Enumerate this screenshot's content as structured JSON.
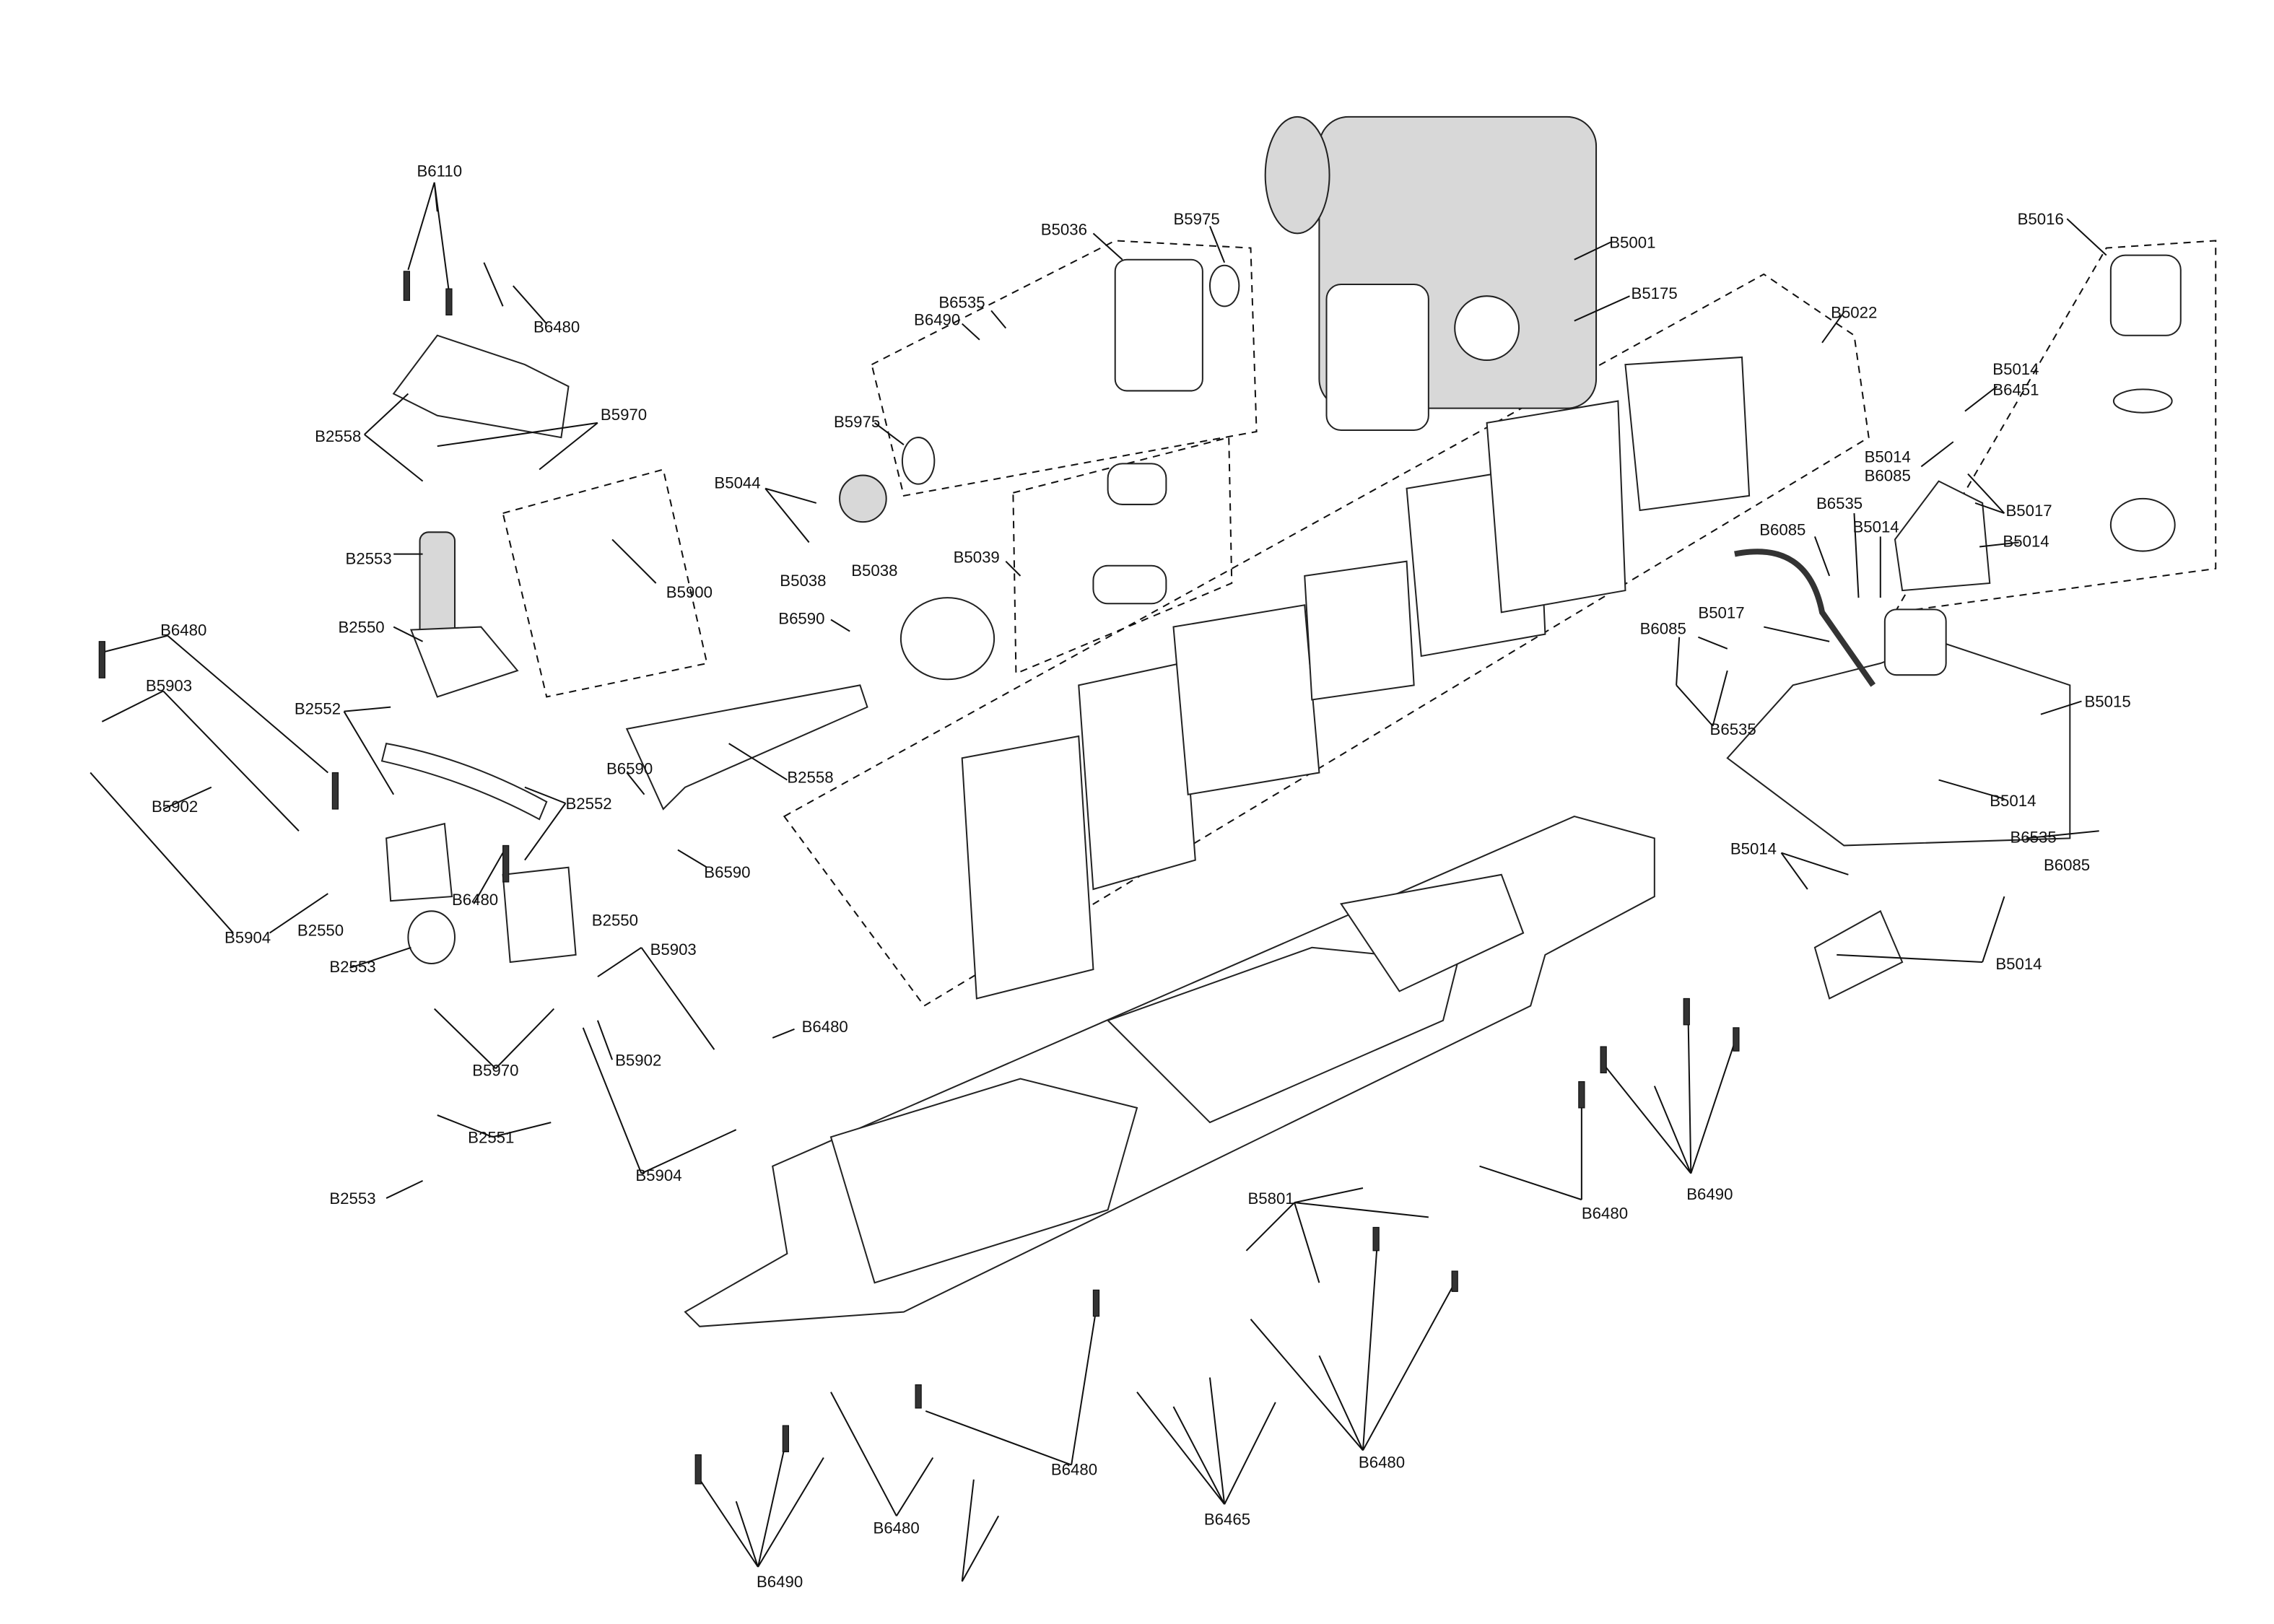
{
  "labels": [
    "B6110",
    "B6480",
    "B2558",
    "B5970",
    "B2553",
    "B5900",
    "B2550",
    "B6480",
    "B5903",
    "B2552",
    "B5902",
    "B2552",
    "B5904",
    "B2550",
    "B6480",
    "B2550",
    "B2553",
    "B5903",
    "B6480",
    "B5970",
    "B5902",
    "B2551",
    "B5904",
    "B2553",
    "B5036",
    "B5975",
    "B6535",
    "B6490",
    "B5975",
    "B5044",
    "B5038",
    "B5038",
    "B5039",
    "B6590",
    "B6590",
    "B2558",
    "B6590",
    "B5001",
    "B5175",
    "B5022",
    "B5016",
    "B5014",
    "B6451",
    "B5014",
    "B6085",
    "B5017",
    "B6535",
    "B5014",
    "B5014",
    "B6085",
    "B5017",
    "B6085",
    "B5015",
    "B6535",
    "B5014",
    "B5014",
    "B6535",
    "B6085",
    "B5014",
    "B6490",
    "B6480",
    "B5801",
    "B6480",
    "B6480",
    "B6465",
    "B6480",
    "B6490"
  ]
}
